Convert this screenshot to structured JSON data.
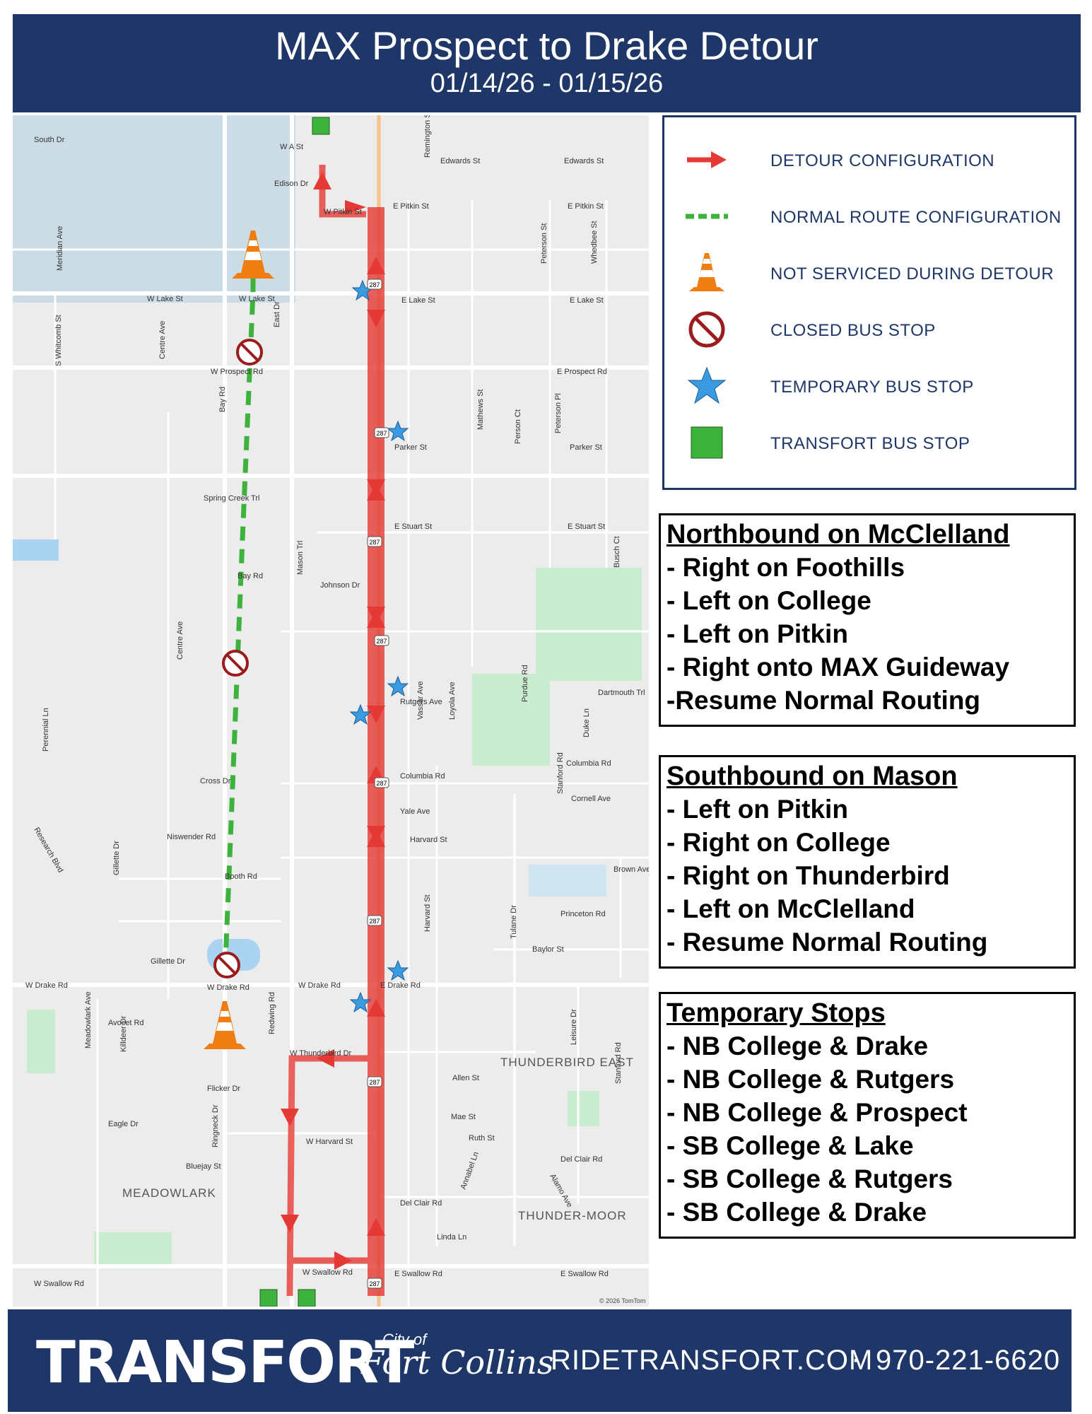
{
  "header": {
    "title": "MAX Prospect to Drake Detour",
    "dates": "01/14/26 - 01/15/26"
  },
  "legend": {
    "items": [
      {
        "icon": "red-arrow-icon",
        "label": "DETOUR CONFIGURATION"
      },
      {
        "icon": "green-dashed-line-icon",
        "label": "NORMAL ROUTE CONFIGURATION"
      },
      {
        "icon": "traffic-cone-icon",
        "label": "NOT SERVICED DURING DETOUR"
      },
      {
        "icon": "closed-stop-icon",
        "label": "CLOSED BUS STOP"
      },
      {
        "icon": "blue-star-icon",
        "label": "TEMPORARY BUS STOP"
      },
      {
        "icon": "green-square-icon",
        "label": "TRANSFORT BUS STOP"
      }
    ]
  },
  "northbound": {
    "title": "Northbound on McClelland",
    "lines": [
      "- Right on Foothills",
      "- Left on College",
      "- Left on Pitkin",
      "- Right onto MAX Guideway",
      "-Resume Normal Routing"
    ]
  },
  "southbound": {
    "title": "Southbound on Mason",
    "lines": [
      "- Left on Pitkin",
      "- Right on College",
      "- Right on Thunderbird",
      "- Left on McClelland",
      "- Resume Normal Routing"
    ]
  },
  "temp_stops": {
    "title": "Temporary Stops",
    "lines": [
      "- NB College & Drake",
      "- NB College & Rutgers",
      "- NB College & Prospect",
      "- SB College & Lake",
      "- SB College & Rutgers",
      "- SB College & Drake"
    ]
  },
  "map": {
    "streets_h": [
      "Edwards St",
      "Edwards St",
      "E Pitkin St",
      "E Pitkin St",
      "W Pitkin St",
      "W Lake St",
      "W Lake St",
      "E Lake St",
      "E Lake St",
      "W Prospect Rd",
      "E Prospect Rd",
      "Parker St",
      "Parker St",
      "E Stuart St",
      "E Stuart St",
      "Bay Rd",
      "Johnson Dr",
      "Rutgers Ave",
      "Columbia Rd",
      "Columbia Rd",
      "Yale Ave",
      "Harvard St",
      "Niswender Rd",
      "Booth Rd",
      "Gillette Dr",
      "W Drake Rd",
      "W Drake Rd",
      "W Drake Rd",
      "E Drake Rd",
      "W Thunderbird Dr",
      "Allen St",
      "Mae St",
      "Ruth St",
      "W Harvard St",
      "Del Clair Rd",
      "Del Clair Rd",
      "Linda Ln",
      "W Swallow Rd",
      "W Swallow Rd",
      "E Swallow Rd",
      "E Swallow Rd",
      "Princeton Rd",
      "Baylor St",
      "Cornell Ave",
      "Brown Ave",
      "Dartmouth Trl",
      "Avocet Rd",
      "Flicker Dr",
      "Eagle Dr",
      "Bluejay St",
      "South Dr",
      "W A St",
      "Edison Dr",
      "Cross Dr",
      "Spring Creek Trl"
    ],
    "streets_v": [
      "Meridian Ave",
      "S Whitcomb St",
      "Centre Ave",
      "Bay Rd",
      "Remington St",
      "Mathews St",
      "Peterson St",
      "Person Ct",
      "Peterson Pl",
      "Whedbee St",
      "Busch Ct",
      "Vassar Ave",
      "Loyola Ave",
      "Purdue Rd",
      "Duke Ln",
      "Stanford Rd",
      "Tulane Dr",
      "Harvard St",
      "Leisure Dr",
      "Annabel Ln",
      "Alamo Ave",
      "Stanford Rd",
      "Meadowlark Ave",
      "Killdeer Dr",
      "Ringneck Dr",
      "Redwing Rd",
      "Research Blvd",
      "Gillette Dr",
      "Mason Trl",
      "East Dr",
      "Centre Ave",
      "Perennial Ln"
    ],
    "areas": [
      "THUNDERBIRD EAST",
      "MEADOWLARK",
      "THUNDER-MOOR"
    ],
    "route_shields": [
      "287",
      "287",
      "287",
      "287",
      "287",
      "287",
      "287",
      "287"
    ],
    "copyright": "© 2026 TomTom"
  },
  "footer": {
    "brand": "TRANSFORT",
    "city_small": "City of",
    "city": "Fort Collins",
    "website": "RIDETRANSFORT.COM",
    "separator": "·",
    "phone": "970-221-6620"
  },
  "colors": {
    "header_bg": "#1f3768",
    "detour_red": "#e53935",
    "normal_green": "#3db33d",
    "temp_star_blue": "#3a9be0",
    "stop_green": "#3db33d"
  }
}
